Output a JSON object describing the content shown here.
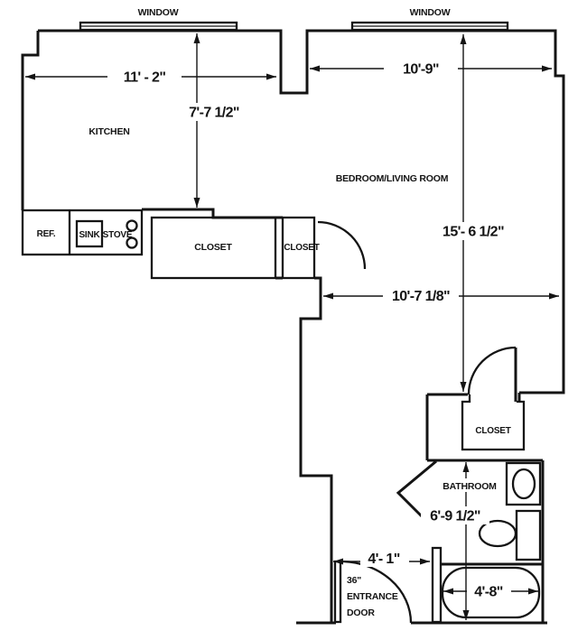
{
  "floorplan": {
    "windows": {
      "left": "WINDOW",
      "right": "WINDOW"
    },
    "rooms": {
      "kitchen": "KITCHEN",
      "bedroom_living": "BEDROOM/LIVING ROOM",
      "bathroom": "BATHROOM"
    },
    "closets": {
      "kitchen_large": "CLOSET",
      "kitchen_small": "CLOSET",
      "bathroom": "CLOSET"
    },
    "fixtures": {
      "refrigerator": "REF.",
      "sink": "SINK",
      "stove": "STOVE"
    },
    "entrance": {
      "size": "36\"",
      "label_line2": "ENTRANCE",
      "label_line3": "DOOR"
    },
    "dims": {
      "kitchen_width": "11' - 2\"",
      "kitchen_depth": "7'-7 1/2\"",
      "bedroom_width": "10'-9\"",
      "bedroom_depth": "15'- 6 1/2\"",
      "hall_span": "10'-7 1/8\"",
      "bathroom_depth": "6'-9 1/2\"",
      "entry_passage": "4'- 1\"",
      "tub_length": "4'-8\""
    },
    "colors": {
      "wall": "#141414",
      "background": "#ffffff"
    }
  }
}
